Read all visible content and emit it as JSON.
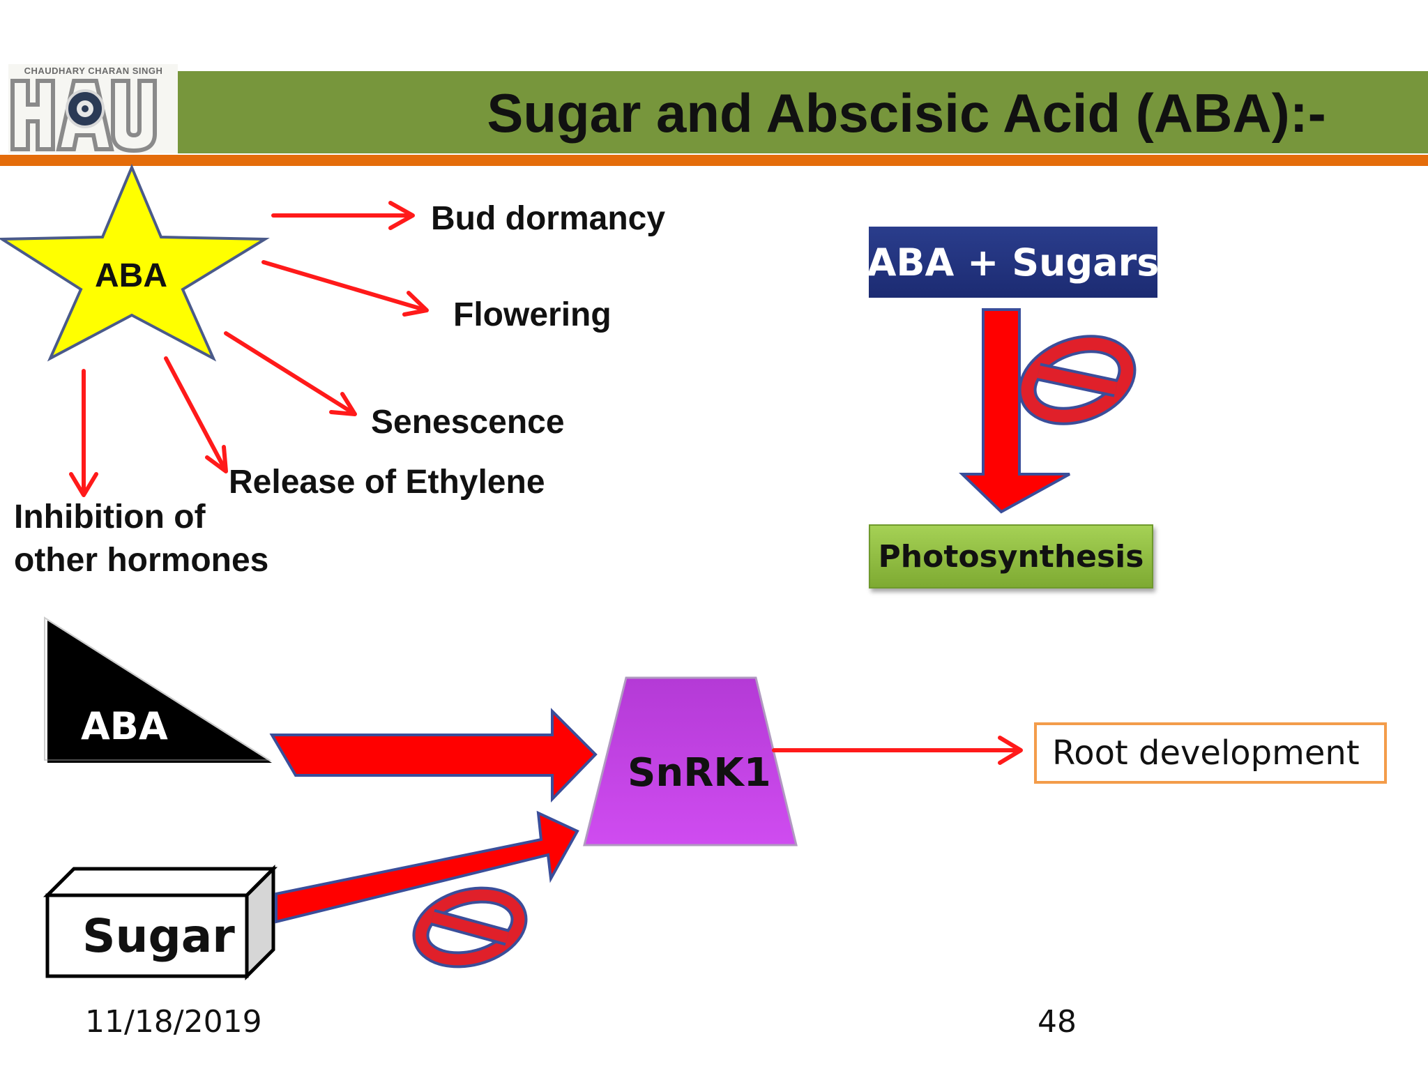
{
  "logo": {
    "caption": "CHAUDHARY CHARAN SINGH",
    "letters": "HAU"
  },
  "title": "Sugar and Abscisic Acid (ABA):-",
  "star_label": "ABA",
  "effects": {
    "bud_dormancy": "Bud dormancy",
    "flowering": "Flowering",
    "senescence": "Senescence",
    "ethylene": "Release of Ethylene",
    "inhibition_line1": "Inhibition of",
    "inhibition_line2": "other hormones"
  },
  "right_panel": {
    "input_box": "ABA + Sugars",
    "output_box": "Photosynthesis"
  },
  "bottom": {
    "aba_wedge_label": "ABA",
    "sugar_box_label": "Sugar",
    "kinase_label": "SnRK1",
    "outcome_box": "Root development"
  },
  "colors": {
    "title_bar": "#77963c",
    "rule": "#e46c0a",
    "arrow_red": "#ff0000",
    "star_fill": "#ffff00",
    "kinase_fill": "#c040e0",
    "blue_box": "#1f2f7c",
    "green_box": "#92c047"
  },
  "footer": {
    "date": "11/18/2019",
    "page": "48"
  }
}
